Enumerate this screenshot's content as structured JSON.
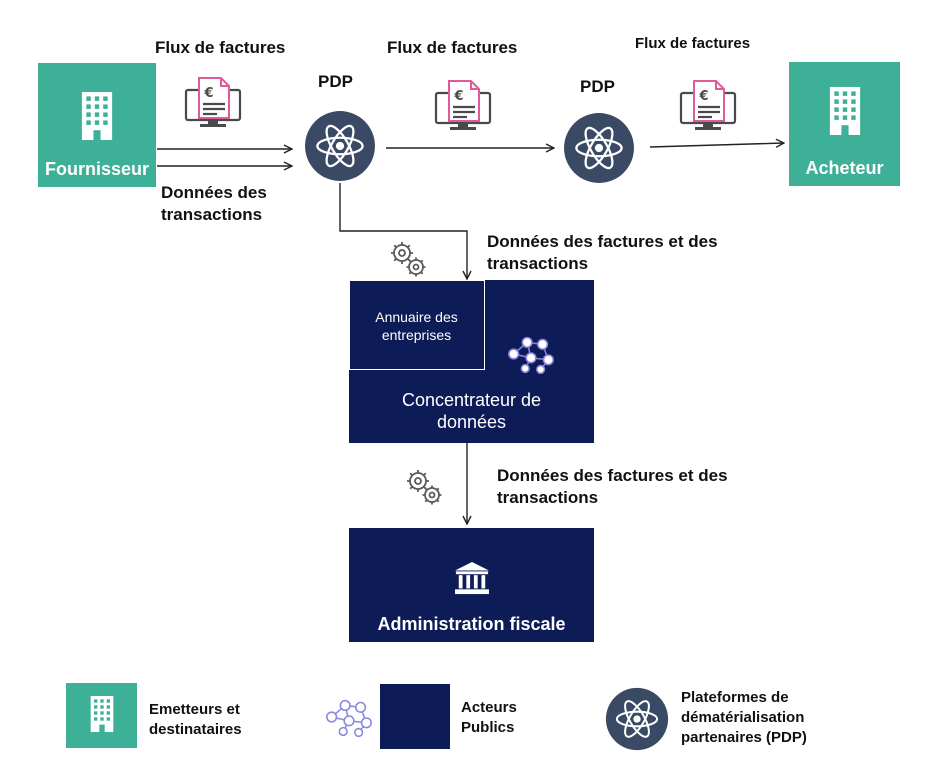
{
  "flows": {
    "flux1": "Flux de factures",
    "flux2": "Flux de factures",
    "flux3": "Flux de factures",
    "donnees_transactions": [
      "Données des",
      "transactions"
    ],
    "donnees_factures_1": [
      "Données des factures et des",
      "transactions"
    ],
    "donnees_factures_2": [
      "Données des factures et des",
      "transactions"
    ]
  },
  "nodes": {
    "fournisseur": "Fournisseur",
    "acheteur": "Acheteur",
    "pdp1": "PDP",
    "pdp2": "PDP",
    "annuaire": [
      "Annuaire des",
      "entreprises"
    ],
    "concentrateur": [
      "Concentrateur de",
      "données"
    ],
    "administration": "Administration fiscale"
  },
  "legend": {
    "emetteurs": [
      "Emetteurs et",
      "destinataires"
    ],
    "acteurs": [
      "Acteurs",
      "Publics"
    ],
    "plateformes": [
      "Plateformes de",
      "dématérialisation",
      "partenaires (PDP)"
    ]
  },
  "colors": {
    "green": "#3db097",
    "navy": "#0d1b57",
    "pdp_circle": "#3b4a64",
    "invoice_pink": "#e05a9a"
  },
  "icons": [
    "building-icon",
    "invoice-monitor-icon",
    "atom-icon",
    "gears-icon",
    "network-icon",
    "bank-icon",
    "arrow-icon"
  ]
}
